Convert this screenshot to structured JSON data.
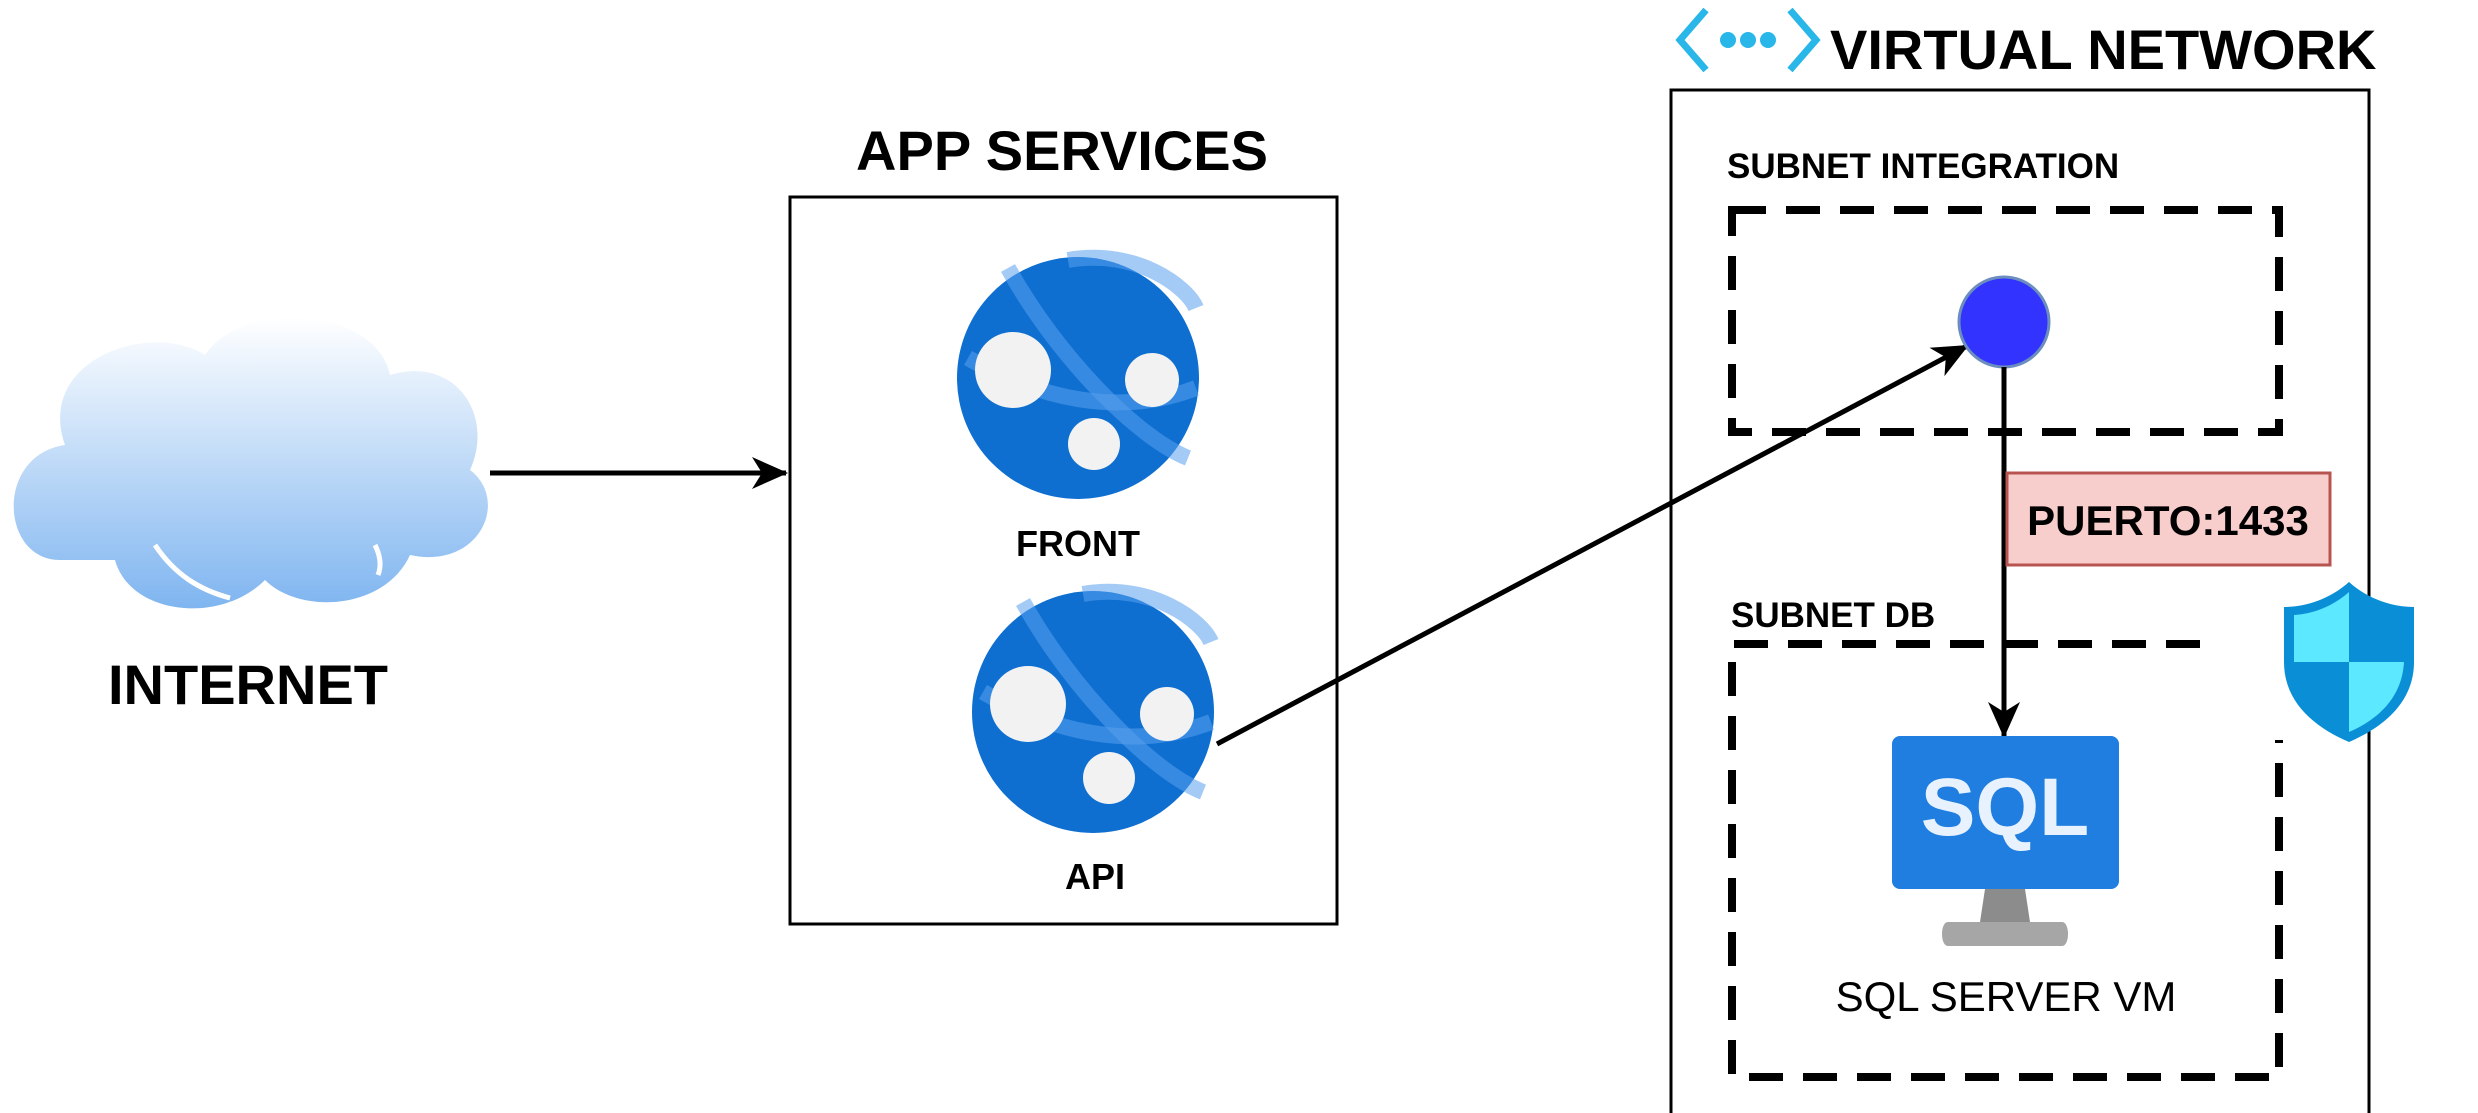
{
  "colors": {
    "cloud_top": "#ffffff",
    "cloud_bottom": "#7fb5f0",
    "app_icon_outer": "#0e6fd0",
    "app_icon_inner": "#5aa0ee",
    "integration_node": "#3333ff",
    "port_label_fill": "#f8cecc",
    "port_label_border": "#b85450",
    "vnet_icon": "#29b6e8",
    "sql_blue": "#1f7ee0",
    "shield_dark": "#0a8fd6",
    "shield_light": "#5ce8ff"
  },
  "internet": {
    "label": "INTERNET",
    "icon": "cloud-icon"
  },
  "app_services": {
    "title": "APP SERVICES",
    "front": {
      "label": "FRONT",
      "icon": "app-service-icon"
    },
    "api": {
      "label": "API",
      "icon": "app-service-icon"
    }
  },
  "virtual_network": {
    "title": "VIRTUAL NETWORK",
    "icon": "virtual-network-icon",
    "subnet_integration": {
      "label": "SUBNET INTEGRATION",
      "node_icon": "integration-endpoint-dot"
    },
    "port_label": "PUERTO:1433",
    "subnet_db": {
      "label": "SUBNET DB",
      "shield_icon": "network-security-group-shield-icon",
      "sql_vm": {
        "label": "SQL SERVER VM",
        "icon_text": "SQL",
        "icon": "sql-vm-monitor-icon"
      }
    }
  }
}
